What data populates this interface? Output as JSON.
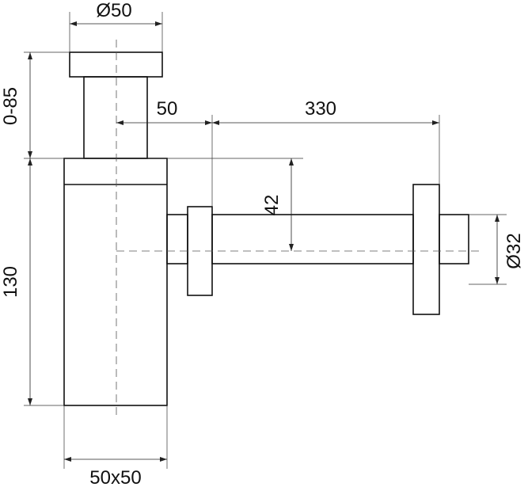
{
  "dimensions": {
    "top_diameter": "Ø50",
    "height_adjust": "0-85",
    "offset": "50",
    "length": "330",
    "outlet_height": "42",
    "outlet_diameter": "Ø32",
    "body_height": "130",
    "body_section": "50x50"
  }
}
